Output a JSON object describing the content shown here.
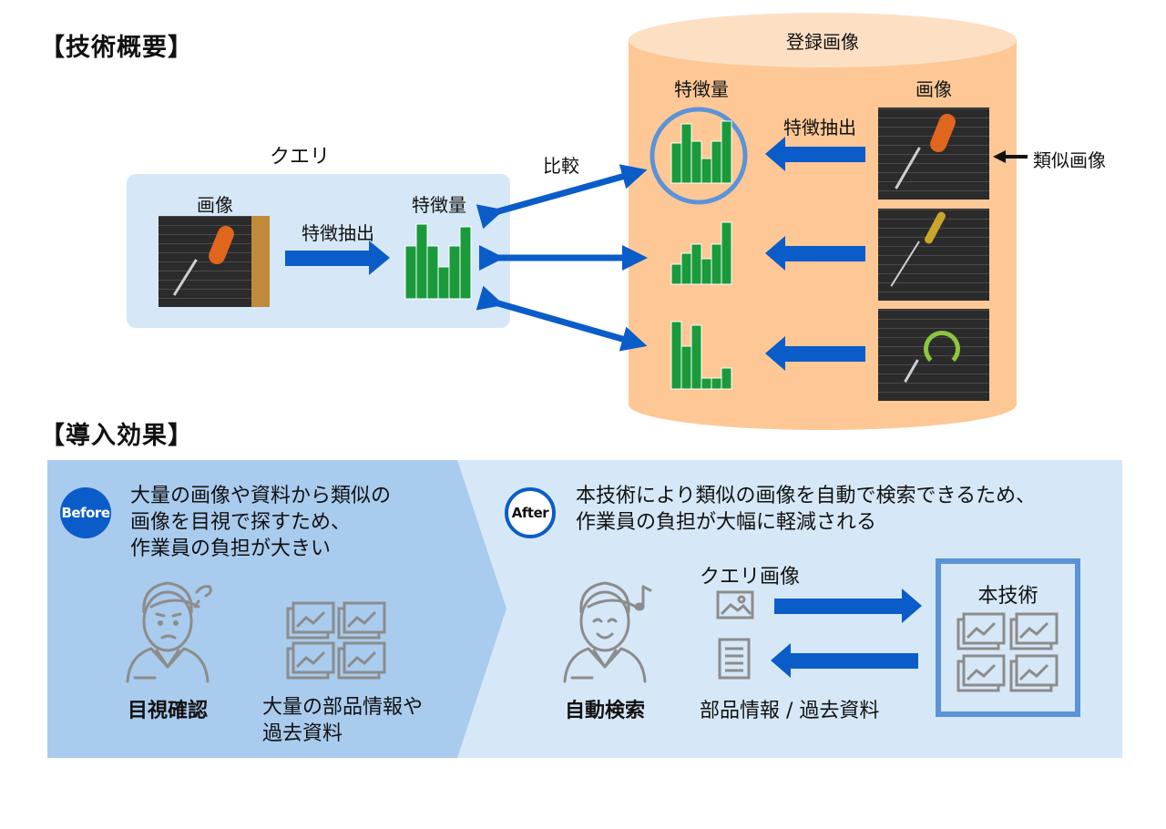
{
  "overview": {
    "heading": "【技術概要】",
    "registered_label": "登録画像",
    "reg_feature_label": "特徴量",
    "reg_image_label": "画像",
    "reg_extract_label": "特徴抽出",
    "similar_label": "類似画像",
    "compare_label": "比較",
    "query_label": "クエリ",
    "query_image_label": "画像",
    "query_extract_label": "特徴抽出",
    "query_feature_label": "特徴量"
  },
  "effect": {
    "heading": "【導入効果】",
    "before": {
      "badge": "Before",
      "text_lines": [
        "大量の画像や資料から類似の",
        "画像を目視で探すため、",
        "作業員の負担が大きい"
      ],
      "person_caption": "目視確認",
      "docs_caption_lines": [
        "大量の部品情報や",
        "過去資料"
      ]
    },
    "after": {
      "badge": "After",
      "text_lines": [
        "本技術により類似の画像を自動で検索できるため、",
        "作業員の負担が大幅に軽減される"
      ],
      "person_caption": "自動検索",
      "query_image_label": "クエリ画像",
      "result_label": "部品情報 / 過去資料",
      "tech_label": "本技術"
    }
  },
  "colors": {
    "arrow": "#0a5cc9",
    "bar": "#1a9a3a",
    "cylinder": "#fdc896",
    "query_panel": "#d6e8f7",
    "before_panel": "#a9cbee",
    "after_panel": "#d6e8f7",
    "icon_gray": "#8c8c8c",
    "highlight": "#5b93d9"
  }
}
